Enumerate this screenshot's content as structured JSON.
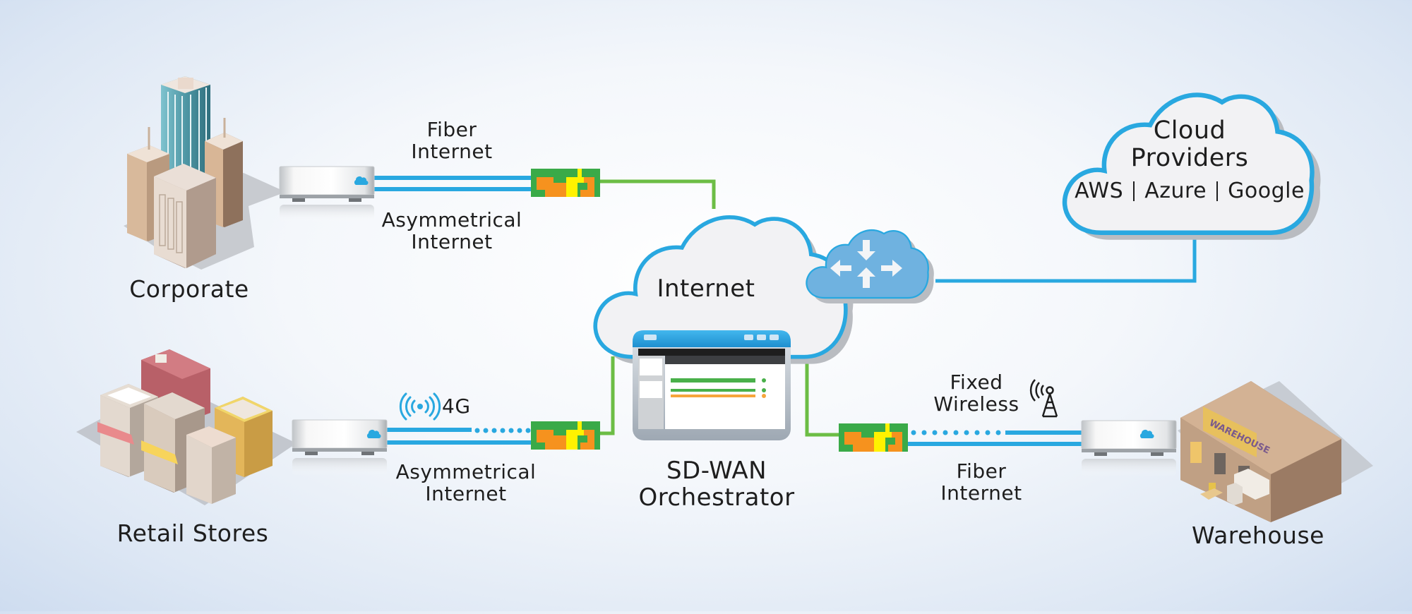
{
  "title": "SD-WAN Network Topology",
  "sites": {
    "corporate": {
      "label": "Corporate"
    },
    "retail": {
      "label": "Retail Stores"
    },
    "warehouse": {
      "label": "Warehouse",
      "sign_text": "WAREHOUSE"
    }
  },
  "links": {
    "corporate_primary": {
      "lines": [
        "Fiber",
        "Internet"
      ]
    },
    "corporate_secondary": {
      "lines": [
        "Asymmetrical",
        "Internet"
      ]
    },
    "retail_primary": {
      "label": "4G",
      "icon": "wireless-signal-icon"
    },
    "retail_secondary": {
      "lines": [
        "Asymmetrical",
        "Internet"
      ]
    },
    "warehouse_primary": {
      "lines": [
        "Fixed",
        "Wireless"
      ],
      "icon": "radio-tower-icon"
    },
    "warehouse_secondary": {
      "lines": [
        "Fiber",
        "Internet"
      ]
    }
  },
  "internet_cloud": {
    "label": "Internet"
  },
  "gateway_cloud": {
    "icon": "router-arrows-icon"
  },
  "cloud_providers": {
    "title_lines": [
      "Cloud",
      "Providers"
    ],
    "providers": [
      "AWS",
      "Azure",
      "Google"
    ]
  },
  "orchestrator": {
    "lines": [
      "SD-WAN",
      "Orchestrator"
    ]
  },
  "colors": {
    "link_blue": "#29a8e0",
    "control_green": "#6cbd45",
    "edge_green": "#3aaa48",
    "edge_orange": "#f6921e",
    "edge_yellow": "#fff200",
    "cloud_fill": "#f2f2f4",
    "gateway_fill": "#6fb2e0",
    "text": "#1e1e1e"
  }
}
